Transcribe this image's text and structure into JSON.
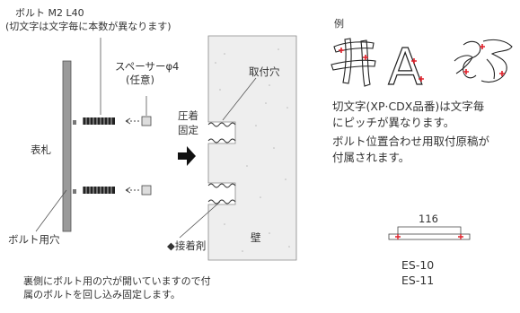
{
  "left_diagram": {
    "bolt_title": "ボルト M2 L40",
    "bolt_note": "(切文字は文字毎に本数が異なります)",
    "spacer_label": "スペーサーφ4",
    "spacer_optional": "(任意)",
    "mount_hole": "取付穴",
    "press_fix_1": "圧着",
    "press_fix_2": "固定",
    "nameplate": "表札",
    "bolt_hole": "ボルト用穴",
    "wall": "壁",
    "adhesive": "◆接着剤",
    "caption_line1": "裏側にボルト用の穴が開いていますので付",
    "caption_line2": "属のボルトを回し込み固定します。"
  },
  "right_panel": {
    "example_label": "例",
    "sample_glyph_a": "A",
    "note_line1": "切文字(XP·CDX品番)は文字毎",
    "note_line2": "にピッチが異なります。",
    "note_line3": "ボルト位置合わせ用取付原稿が",
    "note_line4": "付属されます。",
    "dimension_value": "116",
    "model_1": "ES-10",
    "model_2": "ES-11"
  },
  "colors": {
    "plate": "#9a9a9a",
    "wall_fill": "#eeeeee",
    "marker_red": "#e0202a",
    "line": "#555555"
  }
}
